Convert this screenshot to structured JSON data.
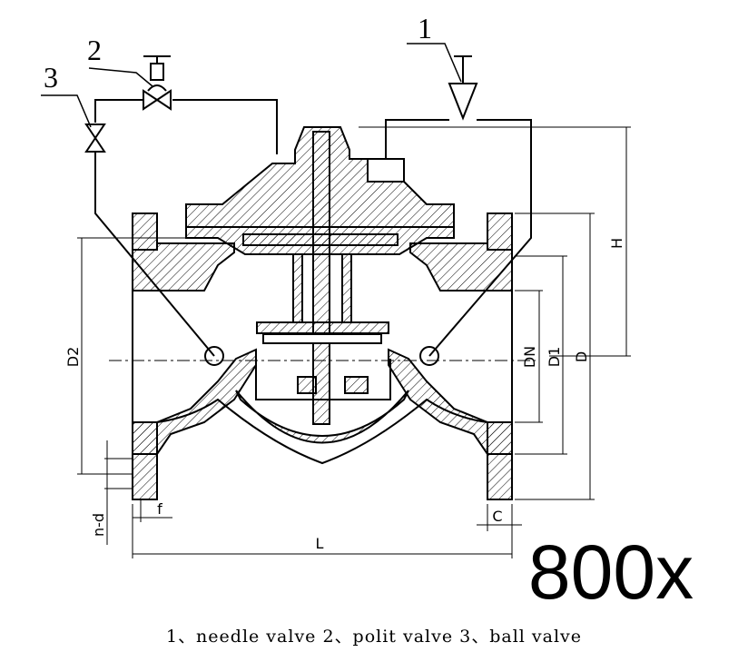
{
  "callouts": [
    "1",
    "2",
    "3"
  ],
  "dimensions": {
    "h": "H",
    "d2": "D2",
    "dn": "DN",
    "d1": "D1",
    "d": "D",
    "l": "L",
    "nd": "n-d",
    "f": "f",
    "c": "C"
  },
  "model": "800x",
  "caption": "1、needle valve 2、polit valve  3、ball valve"
}
